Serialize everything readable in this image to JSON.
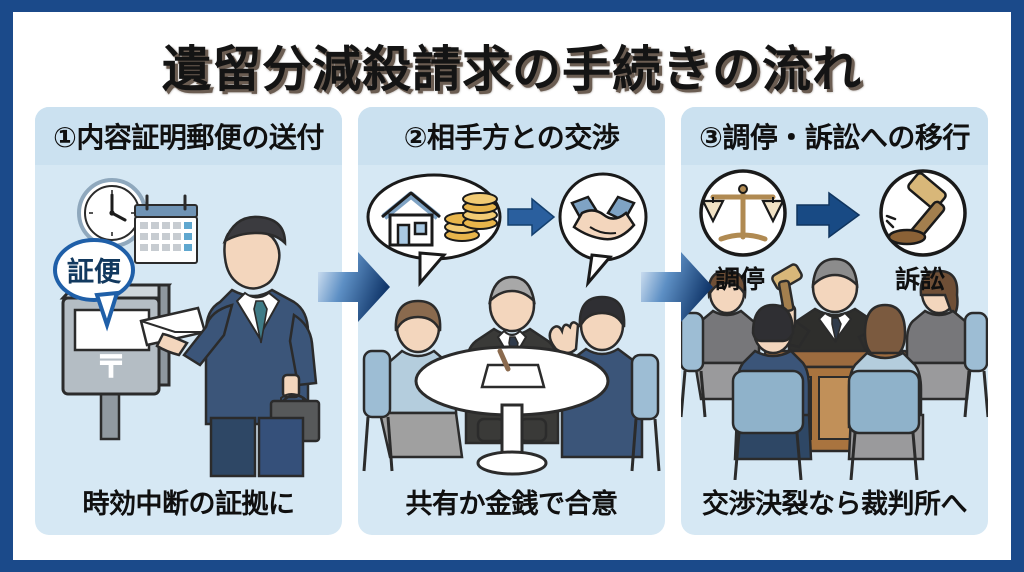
{
  "title": "遺留分減殺請求の手続きの流れ",
  "theme": {
    "frame_color": "#1b4a8a",
    "panel_bg": "#d6e8f4",
    "panel_header_bg": "#cbe1f0",
    "text_color": "#101010",
    "arrow_dark": "#0f3c78",
    "arrow_light": "#dce9f6"
  },
  "panels": [
    {
      "header": "①内容証明郵便の送付",
      "caption": "時効中断の証拠に",
      "bubble_label": "証便",
      "postmark": "〒",
      "icons": [
        "clock-icon",
        "calendar-icon",
        "postbox-icon",
        "envelope-icon",
        "businessman-icon",
        "briefcase-icon"
      ]
    },
    {
      "header": "②相手方との交渉",
      "caption": "共有か金銭で合意",
      "icons": [
        "house-icon",
        "coins-icon",
        "handshake-icon",
        "negotiation-table-icon"
      ]
    },
    {
      "header": "③調停・訴訟への移行",
      "caption": "交渉決裂なら裁判所へ",
      "sub_labels": [
        {
          "text": "調停",
          "icon": "scales-icon"
        },
        {
          "text": "訴訟",
          "icon": "gavel-icon"
        }
      ],
      "icons": [
        "judge-icon",
        "bench-icon",
        "seated-parties-icon"
      ]
    }
  ],
  "flow_arrows": [
    {
      "name": "flow-arrow-1-to-2"
    },
    {
      "name": "flow-arrow-2-to-3"
    }
  ]
}
